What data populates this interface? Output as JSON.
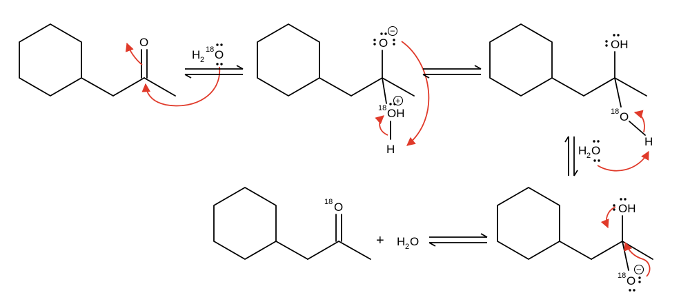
{
  "labels": {
    "O": "O",
    "OH": "OH",
    "H": "H",
    "H2": "H",
    "two": "2",
    "iso18": "18",
    "plus": "+",
    "charge_plus": "+",
    "charge_minus": "−"
  },
  "colors": {
    "bond": "#000000",
    "electron_arrow": "#e03a2a"
  },
  "icons": [
    "equilibrium-arrow-icon",
    "curved-electron-arrow-icon"
  ]
}
